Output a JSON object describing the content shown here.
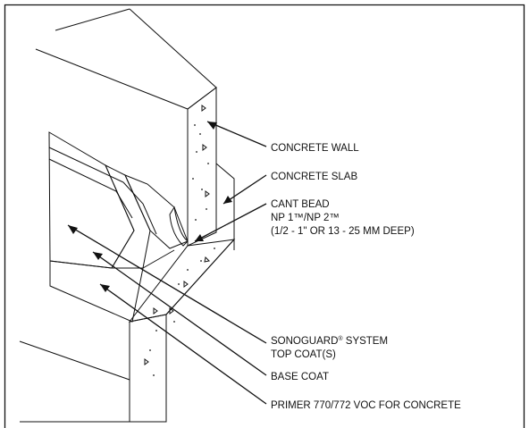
{
  "labels": {
    "concrete_wall": "CONCRETE WALL",
    "concrete_slab": "CONCRETE SLAB",
    "cant_bead_1": "CANT BEAD",
    "cant_bead_2": "NP 1™/NP 2™",
    "cant_bead_3": "(1/2 - 1\"  OR 13 - 25 MM DEEP)",
    "sonoguard_1": "SONOGUARD",
    "sonoguard_reg": "®",
    "sonoguard_2": " SYSTEM",
    "top_coat": "TOP COAT(S)",
    "base_coat": "BASE COAT",
    "primer": "PRIMER 770/772 VOC FOR CONCRETE"
  },
  "colors": {
    "line": "#111111",
    "base_coat_fill": "#cccccc",
    "top_coat_fill": "#8e8e8e",
    "primer_fill": "#c6c6c6",
    "cant_bead_fill": "#9a9a9a"
  }
}
